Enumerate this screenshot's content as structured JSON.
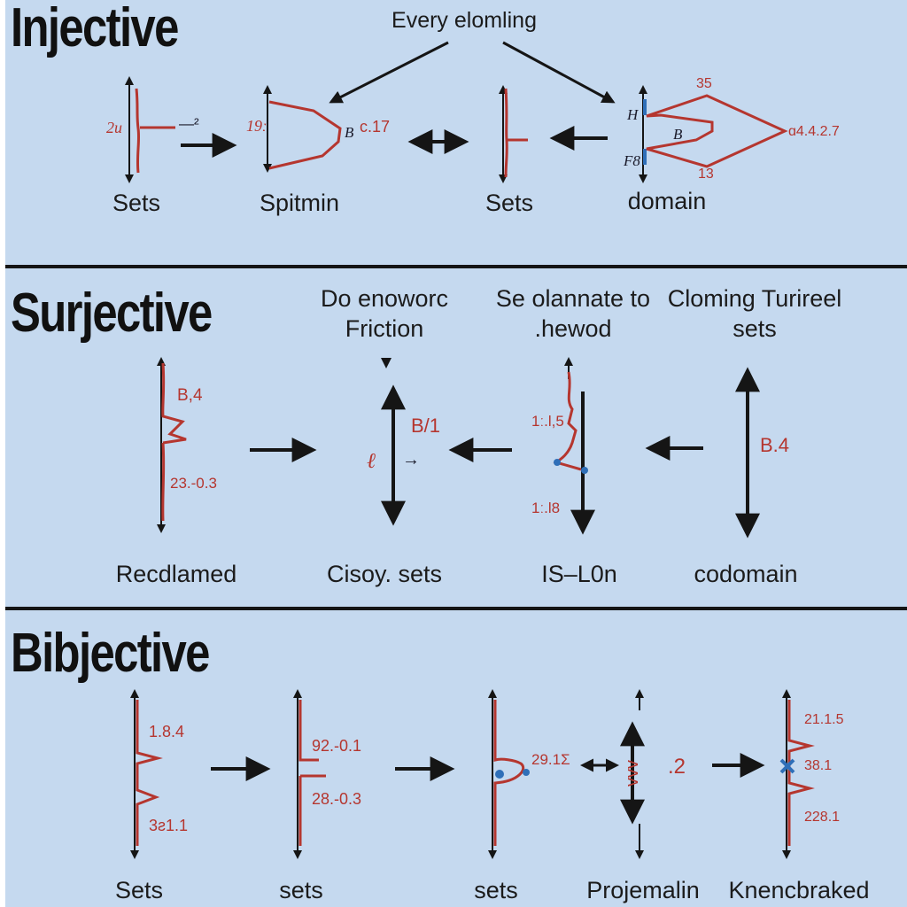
{
  "sections": {
    "injective": {
      "title": "Injective",
      "caption": "Every elomling",
      "labels": [
        "Sets",
        "Spitmin",
        "Sets",
        "domain"
      ],
      "values": {
        "v1": "2u",
        "v2": "—²",
        "v3": "19ː",
        "v4": "B",
        "v5": "c.17",
        "v6": "35",
        "v7": "H",
        "v8": "B",
        "v9": "ɑ4.4.2.7",
        "v10": "F8",
        "v11": "13"
      }
    },
    "surjective": {
      "title": "Surjective",
      "headers": [
        "Do enoworc Friction",
        "Se olannate to .hewod",
        "Cloming Turireel sets"
      ],
      "labels": [
        "Recdlamed",
        "Cisoy. sets",
        "IS–L0n",
        "codomain"
      ],
      "values": {
        "v1": "B,4",
        "v2": "23.-0.3",
        "v3": "B/1",
        "v4": "ℓ",
        "v5": "→",
        "v6": "1ː.l,5",
        "v7": "1ː.l8",
        "v8": "B.4"
      }
    },
    "bijective": {
      "title": "Bibjective",
      "labels": [
        "Sets",
        "sets",
        "sets",
        "Projemalin",
        "Knencbraked"
      ],
      "values": {
        "v1": "1.8.4",
        "v2": "3ƨ1.1",
        "v3": "92.-0.1",
        "v4": "28.-0.3",
        "v5": "29.1Σ",
        "v6": "ʌʌʌ",
        "v7": ".2",
        "v8": "21.1.5",
        "v9": "38.1",
        "v10": "228.1"
      }
    }
  },
  "colors": {
    "background": "#c5d9ef",
    "ink": "#151515",
    "accent_red": "#b5362f",
    "accent_blue": "#2f6fb8"
  }
}
